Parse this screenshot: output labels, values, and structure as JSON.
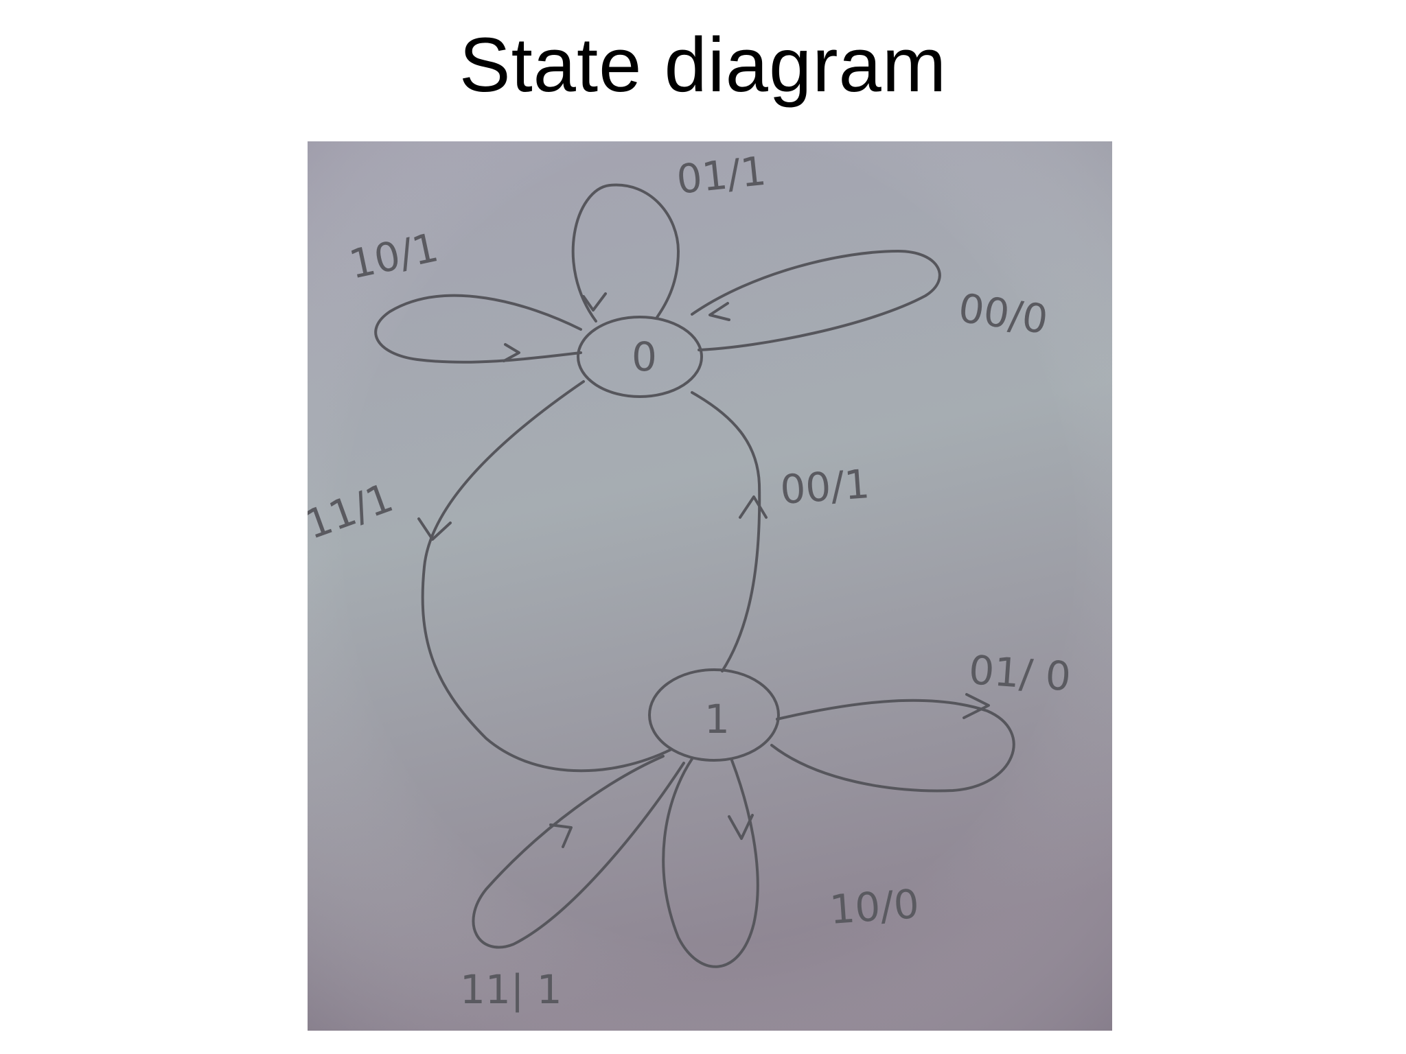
{
  "slide": {
    "title": "State diagram"
  },
  "diagram": {
    "states": [
      {
        "id": "s0",
        "label": "0"
      },
      {
        "id": "s1",
        "label": "1"
      }
    ],
    "transitions": [
      {
        "from": "0",
        "to": "0",
        "label": "01/1"
      },
      {
        "from": "0",
        "to": "0",
        "label": "10/1"
      },
      {
        "from": "0",
        "to": "0",
        "label": "00/0"
      },
      {
        "from": "0",
        "to": "1",
        "label": "11/1"
      },
      {
        "from": "1",
        "to": "0",
        "label": "00/1"
      },
      {
        "from": "1",
        "to": "1",
        "label": "01/ 0"
      },
      {
        "from": "1",
        "to": "1",
        "label": "10/0"
      },
      {
        "from": "1",
        "to": "1",
        "label": "11| 1"
      }
    ]
  },
  "colors": {
    "paper_top": "#a3a2b0",
    "paper_mid": "#a7aeb2",
    "paper_bottom": "#8e8592",
    "pencil": "#56565c"
  }
}
